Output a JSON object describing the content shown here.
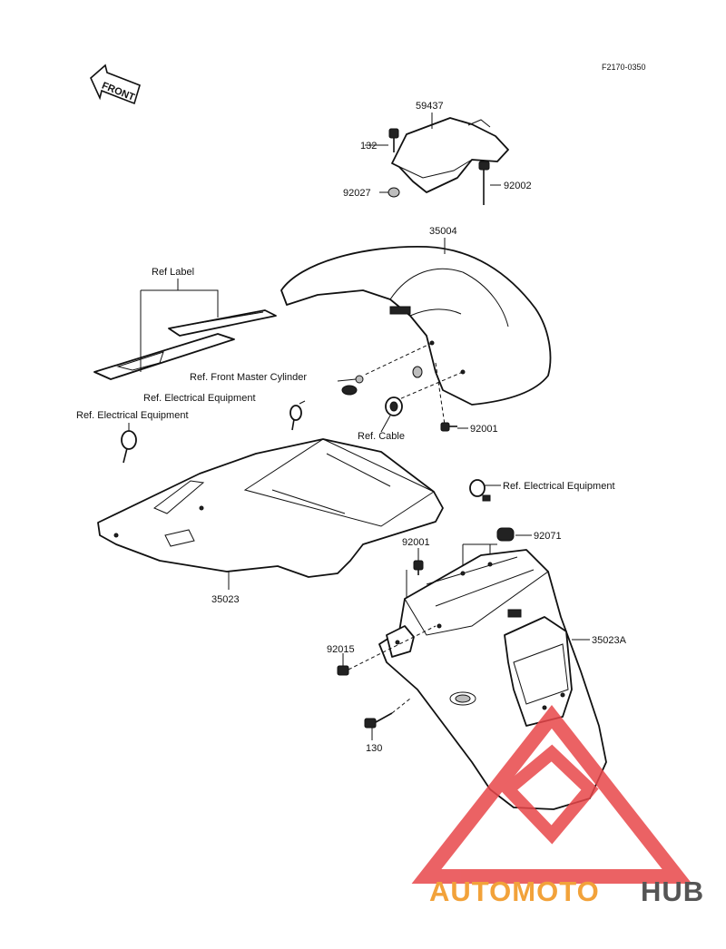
{
  "diagram": {
    "figure_code": "F2170-0350",
    "front_arrow_label": "FRONT",
    "parts": {
      "p59437": "59437",
      "p132": "132",
      "p92027": "92027",
      "p92002": "92002",
      "p35004": "35004",
      "p92001_a": "92001",
      "p35023": "35023",
      "p92001_b": "92001",
      "p92071": "92071",
      "p35023A": "35023A",
      "p92015": "92015",
      "p130": "130"
    },
    "refs": {
      "ref_label": "Ref Label",
      "ref_front_master_cylinder": "Ref. Front Master Cylinder",
      "ref_electrical_1": "Ref. Electrical Equipment",
      "ref_electrical_2": "Ref. Electrical Equipment",
      "ref_cable": "Ref. Cable",
      "ref_electrical_3": "Ref. Electrical Equipment"
    }
  },
  "watermark": {
    "text_part1": "AUTOMOTO",
    "text_part2": "HUB",
    "color_primary": "#f2a23a",
    "color_secondary": "#555555",
    "triangle_color": "#e8474a"
  }
}
